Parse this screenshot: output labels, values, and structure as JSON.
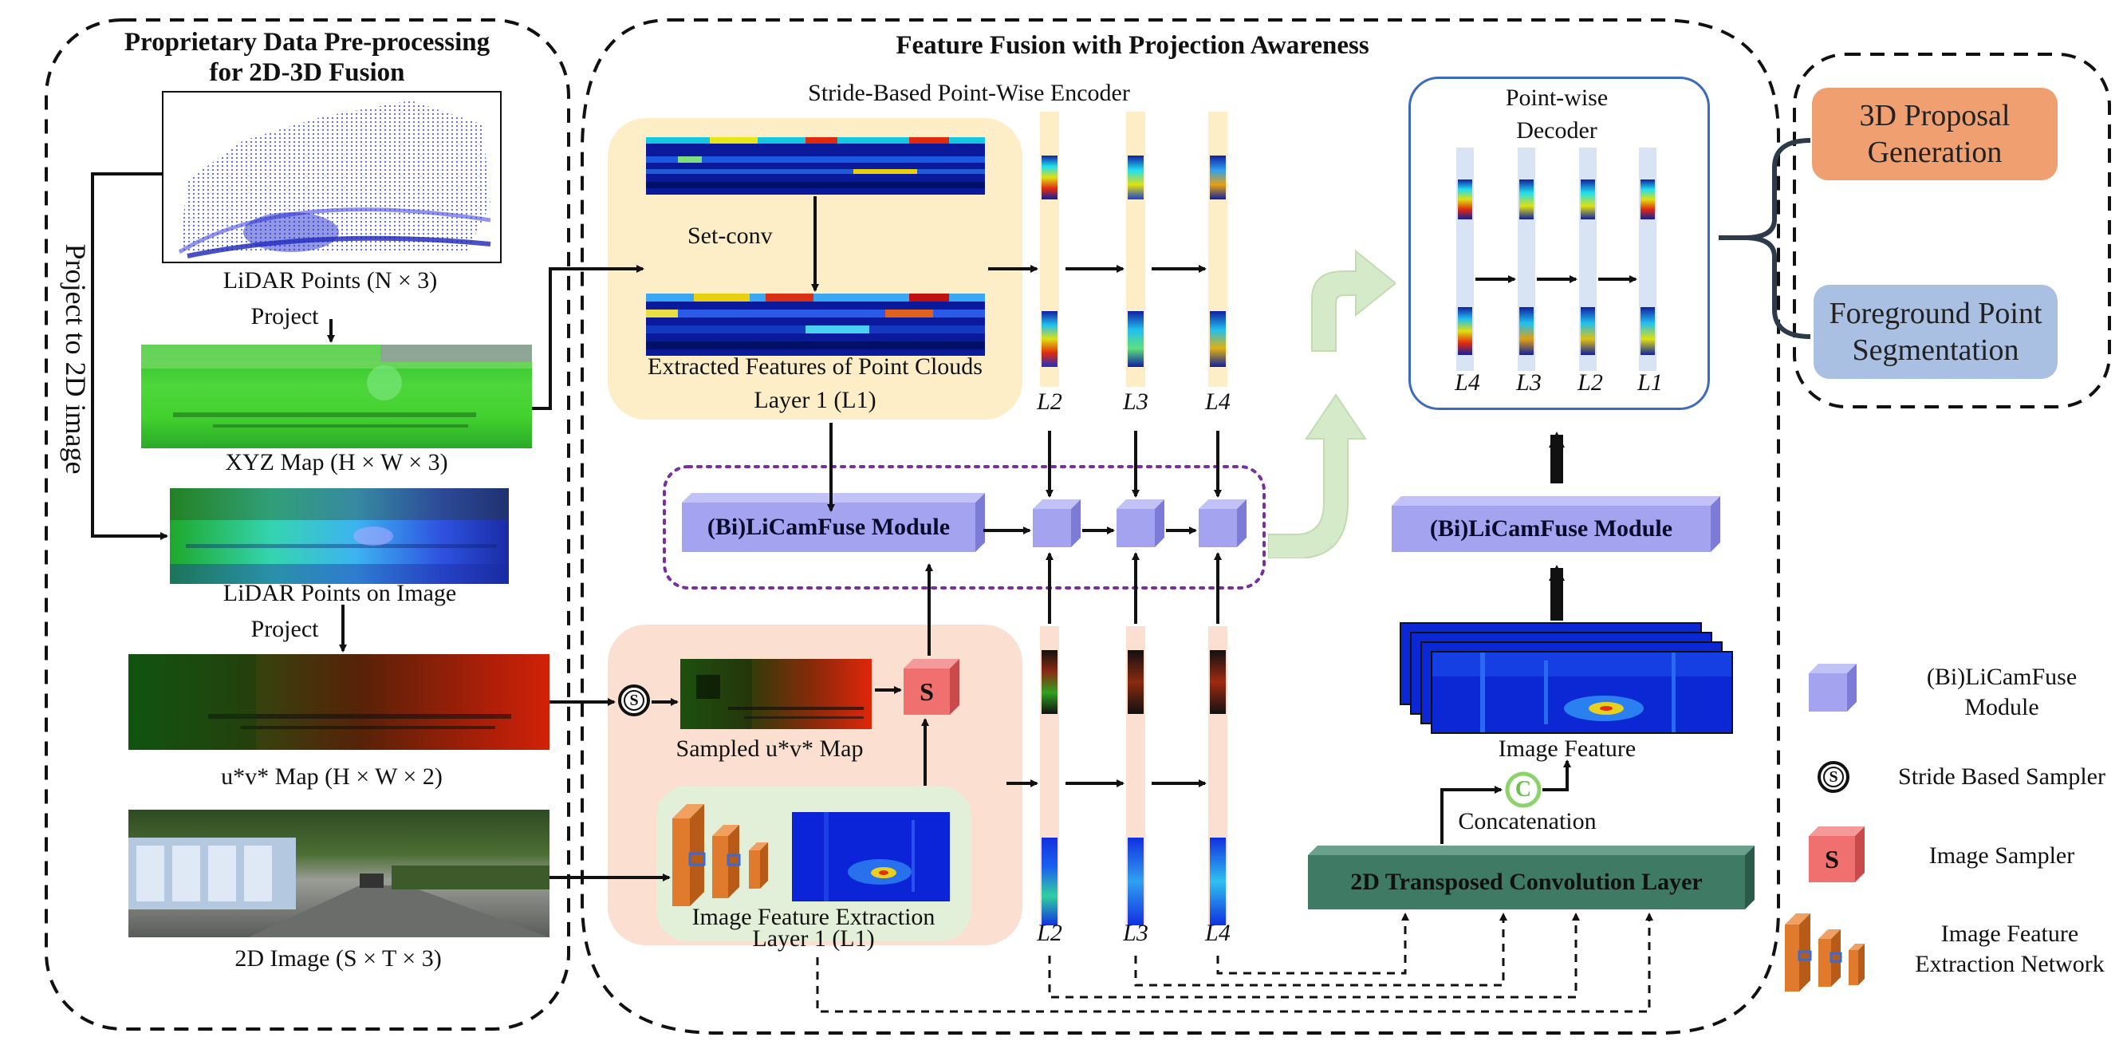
{
  "left_panel": {
    "title_line1": "Proprietary Data Pre-processing",
    "title_line2": "for 2D-3D Fusion",
    "side_label": "Project to 2D image",
    "lidar_points": "LiDAR Points (N × 3)",
    "project_1": "Project",
    "xyz_map": "XYZ Map (H × W × 3)",
    "lidar_on_image": "LiDAR Points on Image",
    "project_2": "Project",
    "uv_map": "u*v* Map (H × W × 2)",
    "image_2d": "2D Image (S × T × 3)"
  },
  "middle_panel": {
    "title": "Feature Fusion with Projection Awareness",
    "encoder_title": "Stride-Based Point-Wise Encoder",
    "set_conv": "Set-conv",
    "extracted_line1": "Extracted Features of Point Clouds",
    "extracted_line2": "Layer 1 (L1)",
    "layer_labels_top": [
      "L2",
      "L3",
      "L4"
    ],
    "layer_labels_bottom": [
      "L2",
      "L3",
      "L4"
    ],
    "fuse_module": "(Bi)LiCamFuse Module",
    "sampler_s": "S",
    "sampled_map": "Sampled u*v* Map",
    "image_sampler_s": "S",
    "img_feat_line1": "Image Feature Extraction",
    "img_feat_line2": "Layer 1 (L1)",
    "decoder_title_line1": "Point-wise",
    "decoder_title_line2": "Decoder",
    "decoder_labels": [
      "L4",
      "L3",
      "L2",
      "L1"
    ],
    "fuse_module_right": "(Bi)LiCamFuse Module",
    "image_feature": "Image Feature",
    "concat_c": "C",
    "concatenation": "Concatenation",
    "transposed_conv": "2D Transposed Convolution Layer"
  },
  "right_panel": {
    "proposal_line1": "3D Proposal",
    "proposal_line2": "Generation",
    "seg_line1": "Foreground Point",
    "seg_line2": "Segmentation"
  },
  "legend": {
    "fuse_line1": "(Bi)LiCamFuse",
    "fuse_line2": "Module",
    "stride_sampler": "Stride Based Sampler",
    "stride_symbol": "S",
    "image_sampler": "Image Sampler",
    "image_sampler_symbol": "S",
    "extraction_line1": "Image Feature",
    "extraction_line2": "Extraction Network"
  },
  "colors": {
    "encoder_bg": "#fdeec8",
    "image_branch_bg": "#fbe0d2",
    "img_extract_bg": "#e2efd9",
    "fuse_purple": "#a3a3ef",
    "sampler_red": "#f06f6f",
    "proposal_orange": "#f0a070",
    "seg_blue": "#a9c0e3",
    "transposed_green": "#3f7a65",
    "decoder_border": "#3b6bbf",
    "arrow_green": "#d4eac8"
  }
}
